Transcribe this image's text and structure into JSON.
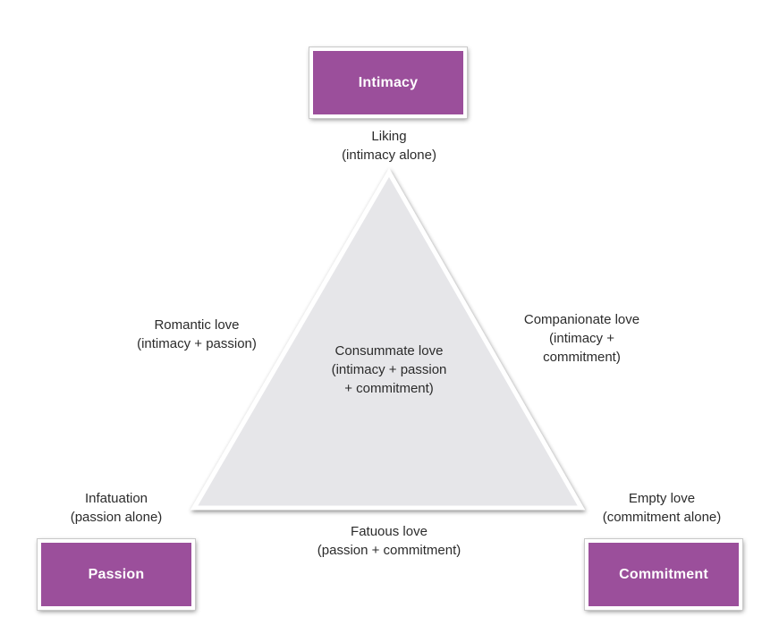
{
  "components": {
    "intimacy": "Intimacy",
    "passion": "Passion",
    "commitment": "Commitment"
  },
  "love_types": {
    "liking": {
      "name": "Liking",
      "detail": "(intimacy alone)"
    },
    "romantic": {
      "name": "Romantic love",
      "detail": "(intimacy + passion)"
    },
    "companionate": {
      "name": "Companionate love",
      "detail_line1": "(intimacy +",
      "detail_line2": "commitment)"
    },
    "consummate": {
      "name": "Consummate love",
      "detail_line1": "(intimacy + passion",
      "detail_line2": "+ commitment)"
    },
    "infatuation": {
      "name": "Infatuation",
      "detail": "(passion alone)"
    },
    "fatuous": {
      "name": "Fatuous love",
      "detail": "(passion + commitment)"
    },
    "empty": {
      "name": "Empty love",
      "detail": "(commitment alone)"
    }
  },
  "colors": {
    "box_fill": "#9b4f9b",
    "triangle_fill": "#e6e6e9",
    "triangle_stroke": "#ffffff"
  }
}
